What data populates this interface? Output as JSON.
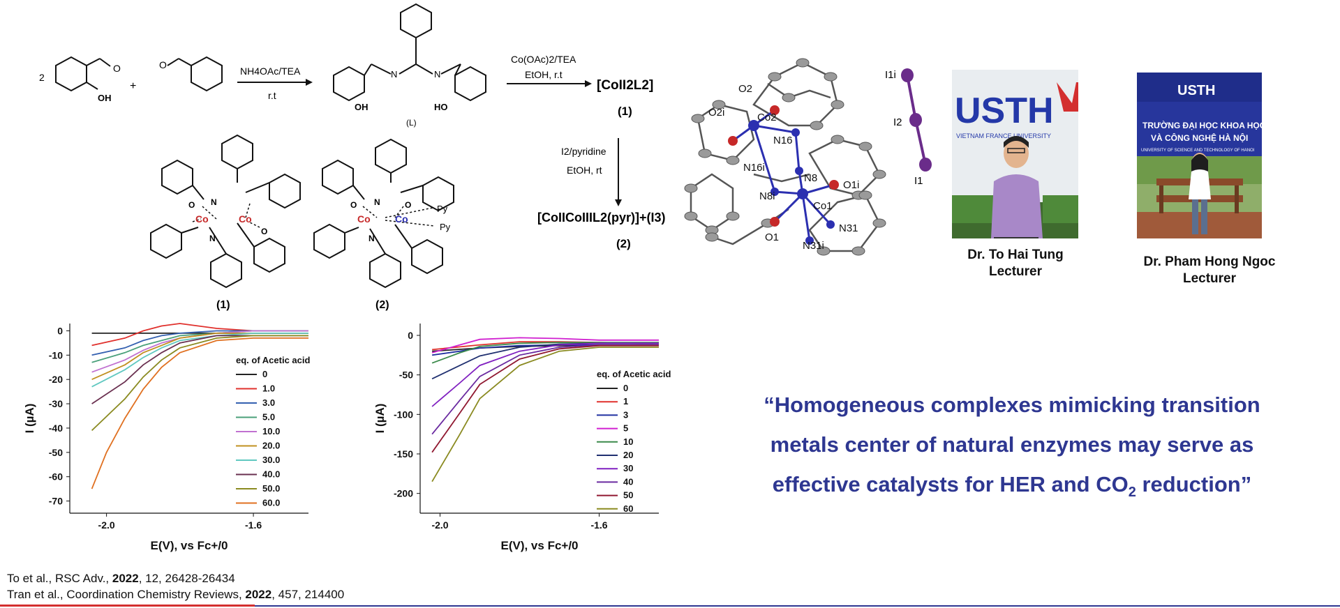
{
  "scheme": {
    "reactant_coeff": "2",
    "plus": "+",
    "oh1": "OH",
    "o1": "O",
    "o2": "O",
    "step1_reagent": "NH4OAc/TEA",
    "step1_cond": "r.t",
    "ligand_label": "(L)",
    "lig_oh_left": "OH",
    "lig_oh_right": "HO",
    "lig_n_left": "N",
    "lig_n_right": "N",
    "step2_reagent": "Co(OAc)2/TEA",
    "step2_cond": "EtOH, r.t",
    "product1": "[CoII2L2]",
    "product1_label": "(1)",
    "step3_reagent": "I2/pyridine",
    "step3_cond": "EtOH, rt",
    "product2": "[CoIICoIIIL2(pyr)]+(I3)",
    "product2_label": "(2)",
    "struct1_label": "(1)",
    "struct2_label": "(2)",
    "co": "Co",
    "n": "N",
    "o": "O",
    "py": "Py"
  },
  "crystal": {
    "labels": [
      "O2",
      "O2i",
      "Co2",
      "N16",
      "N16i",
      "N8i",
      "N8",
      "O1i",
      "Co1",
      "N31",
      "O1",
      "N31i"
    ],
    "iodide_labels": [
      "I1i",
      "I2",
      "I1"
    ]
  },
  "people": [
    {
      "name": "Dr. To Hai Tung",
      "role": "Lecturer",
      "logo": "USTH",
      "sub": "VIETNAM FRANCE UNIVERSITY"
    },
    {
      "name": "Dr. Pham Hong Ngoc",
      "role": "Lecturer",
      "logo": "USTH",
      "sign1": "TRƯỜNG ĐẠI HỌC KHOA HỌC",
      "sign2": "VÀ CÔNG NGHỆ HÀ NỘI",
      "sign3": "UNIVERSITY OF SCIENCE AND TECHNOLOGY OF HANOI"
    }
  ],
  "quote": {
    "line1": "“Homogeneous complexes mimicking transition",
    "line2": "metals center of natural enzymes may serve as",
    "line3_pre": "effective catalysts for HER and CO",
    "line3_sub": "2",
    "line3_post": " reduction”"
  },
  "references": [
    {
      "authors": "To et al., RSC Adv., ",
      "year": "2022",
      "rest": ", 12, 26428-26434"
    },
    {
      "authors": "Tran et al., Coordination Chemistry Reviews, ",
      "year": "2022",
      "rest": ", 457, 214400"
    }
  ],
  "colors": {
    "quote": "#2e3791",
    "cobalt": "#2b2fb0",
    "oxygen": "#c62828",
    "iodine": "#6a2c8a",
    "carbon": "#9a9a9a"
  },
  "chart_data": [
    {
      "type": "line",
      "title": "",
      "xlabel": "E(V), vs Fc+/0",
      "ylabel": "I (µA)",
      "xlim": [
        -2.1,
        -1.45
      ],
      "ylim": [
        -75,
        3
      ],
      "xticks": [
        -2.0,
        -1.6
      ],
      "yticks": [
        0,
        -10,
        -20,
        -30,
        -40,
        -50,
        -60,
        -70
      ],
      "legend_title": "eq. of Acetic acid",
      "legend_position": "right",
      "series": [
        {
          "name": "0",
          "color": "#222222",
          "x": [
            -2.04,
            -1.9,
            -1.8,
            -1.7,
            -1.6,
            -1.5,
            -1.45
          ],
          "y": [
            -1,
            -1,
            -1,
            -1,
            -1,
            -1,
            -1
          ]
        },
        {
          "name": "1.0",
          "color": "#e0302c",
          "x": [
            -2.04,
            -1.95,
            -1.9,
            -1.85,
            -1.8,
            -1.7,
            -1.6,
            -1.45
          ],
          "y": [
            -6,
            -3,
            0,
            2,
            3,
            1,
            0,
            0
          ]
        },
        {
          "name": "3.0",
          "color": "#3460b0",
          "x": [
            -2.04,
            -1.95,
            -1.9,
            -1.85,
            -1.8,
            -1.7,
            -1.6,
            -1.45
          ],
          "y": [
            -10,
            -7,
            -4,
            -2,
            -1,
            0,
            0,
            0
          ]
        },
        {
          "name": "5.0",
          "color": "#4aa07a",
          "x": [
            -2.04,
            -1.95,
            -1.9,
            -1.85,
            -1.8,
            -1.7,
            -1.6,
            -1.45
          ],
          "y": [
            -13,
            -9,
            -6,
            -4,
            -2,
            -1,
            0,
            0
          ]
        },
        {
          "name": "10.0",
          "color": "#c070d0",
          "x": [
            -2.04,
            -1.95,
            -1.9,
            -1.85,
            -1.8,
            -1.7,
            -1.6,
            -1.45
          ],
          "y": [
            -17,
            -12,
            -8,
            -5,
            -3,
            -1,
            0,
            0
          ]
        },
        {
          "name": "20.0",
          "color": "#c09020",
          "x": [
            -2.04,
            -1.95,
            -1.9,
            -1.85,
            -1.8,
            -1.7,
            -1.6,
            -1.45
          ],
          "y": [
            -20,
            -14,
            -9,
            -6,
            -3,
            -1,
            -1,
            -1
          ]
        },
        {
          "name": "30.0",
          "color": "#60c8c0",
          "x": [
            -2.04,
            -1.95,
            -1.9,
            -1.85,
            -1.8,
            -1.7,
            -1.6,
            -1.45
          ],
          "y": [
            -23,
            -16,
            -11,
            -7,
            -4,
            -2,
            -1,
            -1
          ]
        },
        {
          "name": "40.0",
          "color": "#6a3050",
          "x": [
            -2.04,
            -1.95,
            -1.9,
            -1.85,
            -1.8,
            -1.7,
            -1.6,
            -1.45
          ],
          "y": [
            -30,
            -21,
            -14,
            -9,
            -5,
            -2,
            -2,
            -2
          ]
        },
        {
          "name": "50.0",
          "color": "#8a8a20",
          "x": [
            -2.04,
            -1.95,
            -1.9,
            -1.85,
            -1.8,
            -1.7,
            -1.6,
            -1.45
          ],
          "y": [
            -41,
            -28,
            -19,
            -12,
            -7,
            -3,
            -2,
            -2
          ]
        },
        {
          "name": "60.0",
          "color": "#e07020",
          "x": [
            -2.04,
            -2.0,
            -1.95,
            -1.9,
            -1.85,
            -1.8,
            -1.7,
            -1.6,
            -1.45
          ],
          "y": [
            -65,
            -50,
            -36,
            -24,
            -15,
            -9,
            -4,
            -3,
            -3
          ]
        }
      ]
    },
    {
      "type": "line",
      "title": "",
      "xlabel": "E(V), vs Fc+/0",
      "ylabel": "I (µA)",
      "xlim": [
        -2.05,
        -1.45
      ],
      "ylim": [
        -225,
        15
      ],
      "xticks": [
        -2.0,
        -1.6
      ],
      "yticks": [
        0,
        -50,
        -100,
        -150,
        -200
      ],
      "legend_title": "eq. of Acetic acid",
      "legend_position": "right",
      "series": [
        {
          "name": "0",
          "color": "#222222",
          "x": [
            -2.02,
            -1.9,
            -1.8,
            -1.7,
            -1.6,
            -1.5,
            -1.45
          ],
          "y": [
            -20,
            -16,
            -14,
            -13,
            -12,
            -12,
            -12
          ]
        },
        {
          "name": "1",
          "color": "#e0302c",
          "x": [
            -2.02,
            -1.9,
            -1.8,
            -1.7,
            -1.6,
            -1.5,
            -1.45
          ],
          "y": [
            -18,
            -12,
            -8,
            -8,
            -9,
            -10,
            -10
          ]
        },
        {
          "name": "3",
          "color": "#2030a0",
          "x": [
            -2.02,
            -1.95,
            -1.9,
            -1.8,
            -1.7,
            -1.6,
            -1.45
          ],
          "y": [
            -25,
            -20,
            -16,
            -13,
            -12,
            -12,
            -12
          ]
        },
        {
          "name": "5",
          "color": "#d020d0",
          "x": [
            -2.02,
            -1.95,
            -1.9,
            -1.8,
            -1.7,
            -1.6,
            -1.45
          ],
          "y": [
            -22,
            -12,
            -5,
            -3,
            -4,
            -6,
            -6
          ]
        },
        {
          "name": "10",
          "color": "#3a8a4a",
          "x": [
            -2.02,
            -1.95,
            -1.9,
            -1.8,
            -1.7,
            -1.6,
            -1.45
          ],
          "y": [
            -35,
            -22,
            -14,
            -10,
            -9,
            -9,
            -9
          ]
        },
        {
          "name": "20",
          "color": "#203070",
          "x": [
            -2.02,
            -1.95,
            -1.9,
            -1.8,
            -1.7,
            -1.6,
            -1.45
          ],
          "y": [
            -55,
            -38,
            -26,
            -15,
            -11,
            -10,
            -10
          ]
        },
        {
          "name": "30",
          "color": "#8020c0",
          "x": [
            -2.02,
            -1.95,
            -1.9,
            -1.8,
            -1.7,
            -1.6,
            -1.45
          ],
          "y": [
            -90,
            -60,
            -38,
            -20,
            -12,
            -10,
            -10
          ]
        },
        {
          "name": "40",
          "color": "#6a2aa0",
          "x": [
            -2.02,
            -1.95,
            -1.9,
            -1.8,
            -1.7,
            -1.6,
            -1.45
          ],
          "y": [
            -125,
            -82,
            -52,
            -25,
            -15,
            -12,
            -12
          ]
        },
        {
          "name": "50",
          "color": "#901830",
          "x": [
            -2.02,
            -1.95,
            -1.9,
            -1.8,
            -1.7,
            -1.6,
            -1.45
          ],
          "y": [
            -148,
            -98,
            -62,
            -30,
            -17,
            -13,
            -13
          ]
        },
        {
          "name": "60",
          "color": "#8a8a20",
          "x": [
            -2.02,
            -1.95,
            -1.9,
            -1.8,
            -1.7,
            -1.6,
            -1.45
          ],
          "y": [
            -185,
            -125,
            -80,
            -38,
            -20,
            -15,
            -15
          ]
        }
      ]
    }
  ]
}
